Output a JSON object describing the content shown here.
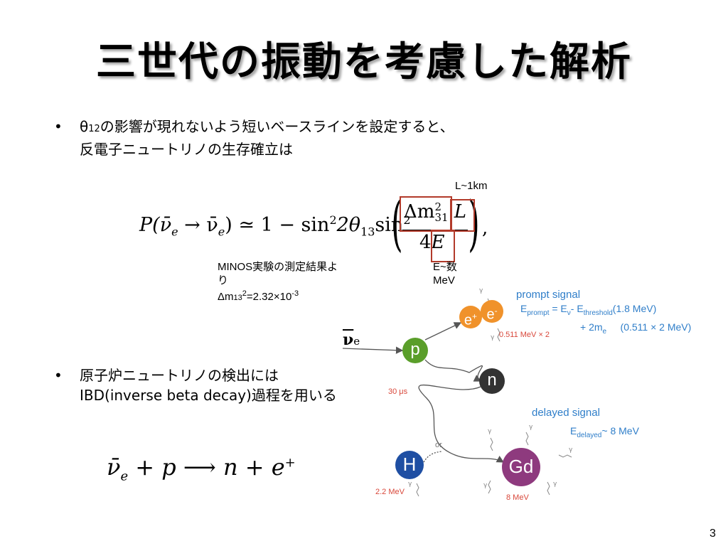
{
  "slide": {
    "title": "三世代の振動を考慮した解析",
    "page_number": "3"
  },
  "bullets": [
    {
      "line1_theta": "θ",
      "line1_sub": "12",
      "line1_rest": "の影響が現れないよう短いベースラインを設定すると、",
      "line2": "反電子ニュートリノの生存確立は"
    },
    {
      "line1": "原子炉ニュートリノの検出には",
      "line2": "IBD(inverse beta decay)過程を用いる"
    }
  ],
  "formula": {
    "survival": {
      "lhs": "P(ν̄",
      "sub_e1": "e",
      "arrow": " → ν̄",
      "sub_e2": "e",
      "rhs": ") ≃ 1 − sin",
      "sup2a": "2",
      "two_theta": "2θ",
      "sub_13": "13",
      "sin2": "sin",
      "sup2b": "2",
      "delta_m": "Δm",
      "dm_sup": "2",
      "dm_sub": "31",
      "L": "L",
      "four": "4",
      "E": "E",
      "comma": ","
    },
    "ibd": {
      "nu": "ν̄",
      "nu_sub": "e",
      "plus1": " + p ⟶ n + e",
      "e_sup": "+"
    }
  },
  "annotations": {
    "L_label": "L~1km",
    "E_label_line1": "E~数",
    "E_label_line2": "MeV",
    "minos_line1": "MINOS実験の測定結果よ",
    "minos_line2": "り",
    "minos_dm": "Δm",
    "minos_sub": "13",
    "minos_sup": "2",
    "minos_val": "=2.32×10",
    "minos_exp": "-3"
  },
  "ibd_diagram": {
    "prompt_title": "prompt signal",
    "eprompt": "E",
    "eprompt_sub": "prompt",
    "eq": " =  E",
    "nu_sub": "ν",
    "minus": "- E",
    "threshold_sub": "threshold",
    "threshold_val": "(1.8 MeV)",
    "plus_2me": "+ 2m",
    "me_sub": "e",
    "me_val": "(0.511 × 2 MeV)",
    "annihilation": "0.511 MeV × 2",
    "delayed_title": "delayed signal",
    "edelayed": "E",
    "edelayed_sub": "delayed",
    "edelayed_val": "~ 8 MeV",
    "time": "30 μs",
    "or": "or",
    "h_energy": "2.2 MeV",
    "gd_energy": "8 MeV",
    "nu_label": "ν",
    "nu_label_sub": "e",
    "p": "p",
    "n": "n",
    "H": "H",
    "Gd": "Gd",
    "e_plus": "e",
    "e_plus_sup": "+",
    "e_minus": "e",
    "e_minus_sup": "-",
    "gamma": "γ",
    "colors": {
      "blue_text": "#2f7ec9",
      "red_text": "#d9483b",
      "positron": "#f0922b",
      "proton": "#5a9e2a",
      "neutron": "#333333",
      "hydrogen": "#1f4fa3",
      "gadolinium": "#8e3a7e"
    }
  }
}
